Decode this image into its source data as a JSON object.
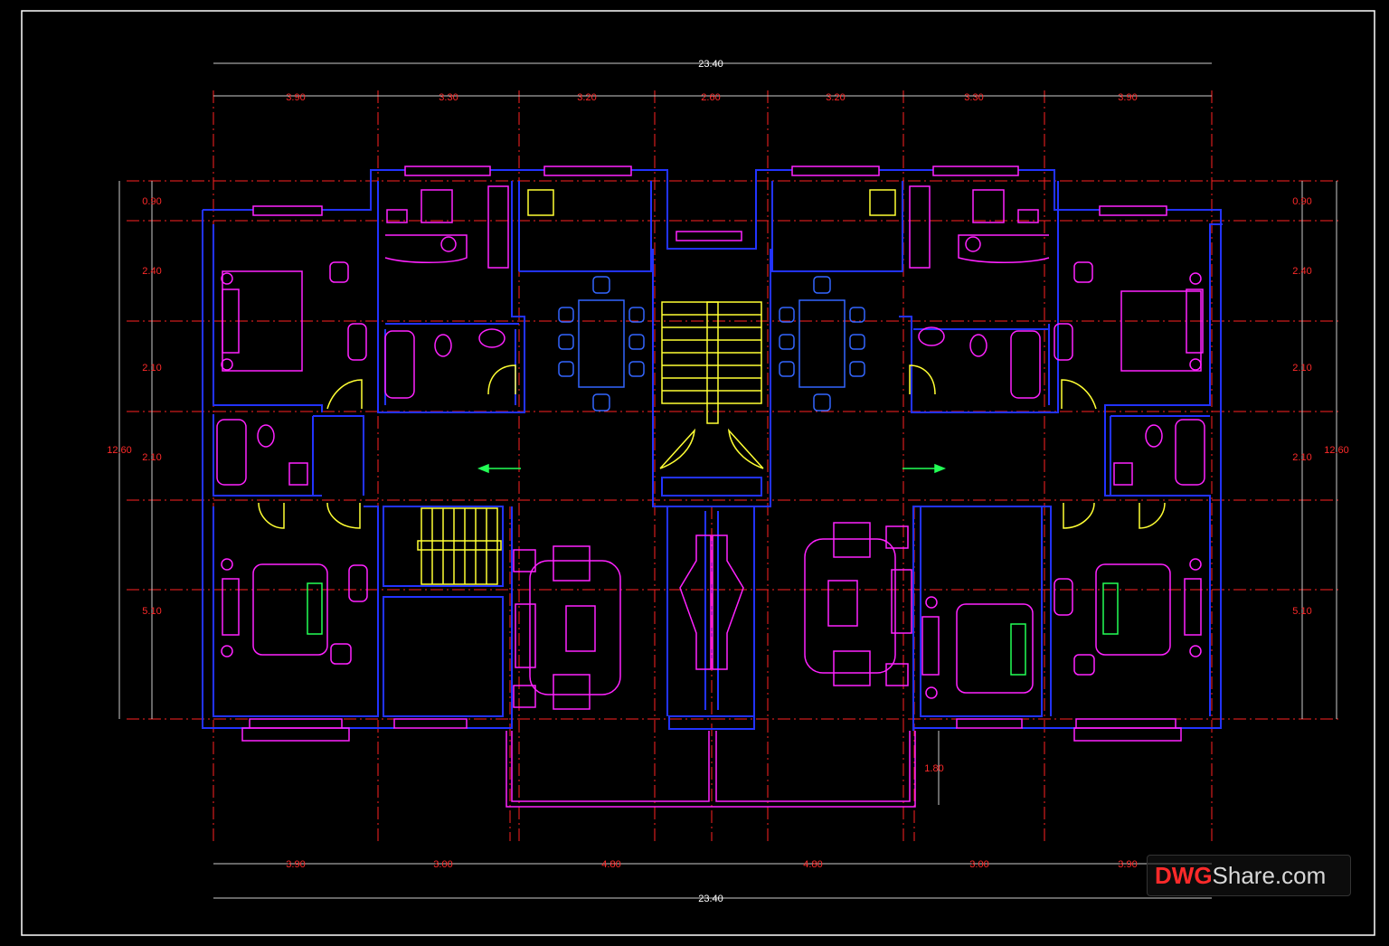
{
  "top_dims": {
    "total": "23.40",
    "segments": [
      "3.90",
      "3.30",
      "3.20",
      "2.60",
      "3.20",
      "3.30",
      "3.90"
    ]
  },
  "bottom_dims": {
    "total": "23.40",
    "segments": [
      "3.90",
      "3.00",
      "4.80",
      "4.80",
      "3.00",
      "3.90"
    ]
  },
  "left_dims": {
    "total": "12.60",
    "segments": [
      "0.90",
      "2.40",
      "2.10",
      "2.10",
      "5.10"
    ]
  },
  "right_dims": {
    "total": "12.60",
    "segments": [
      "0.90",
      "2.40",
      "2.10",
      "2.10",
      "5.10"
    ]
  },
  "balcony_dim": "1.80",
  "watermark": {
    "part1": "DWG",
    "part2": "Share.com"
  },
  "colors": {
    "wall": "#2233ff",
    "axis": "#ff2222",
    "furniture": "#ff22ff",
    "door": "#ffff33",
    "dining": "#3366ff",
    "arrow": "#22ff55"
  }
}
